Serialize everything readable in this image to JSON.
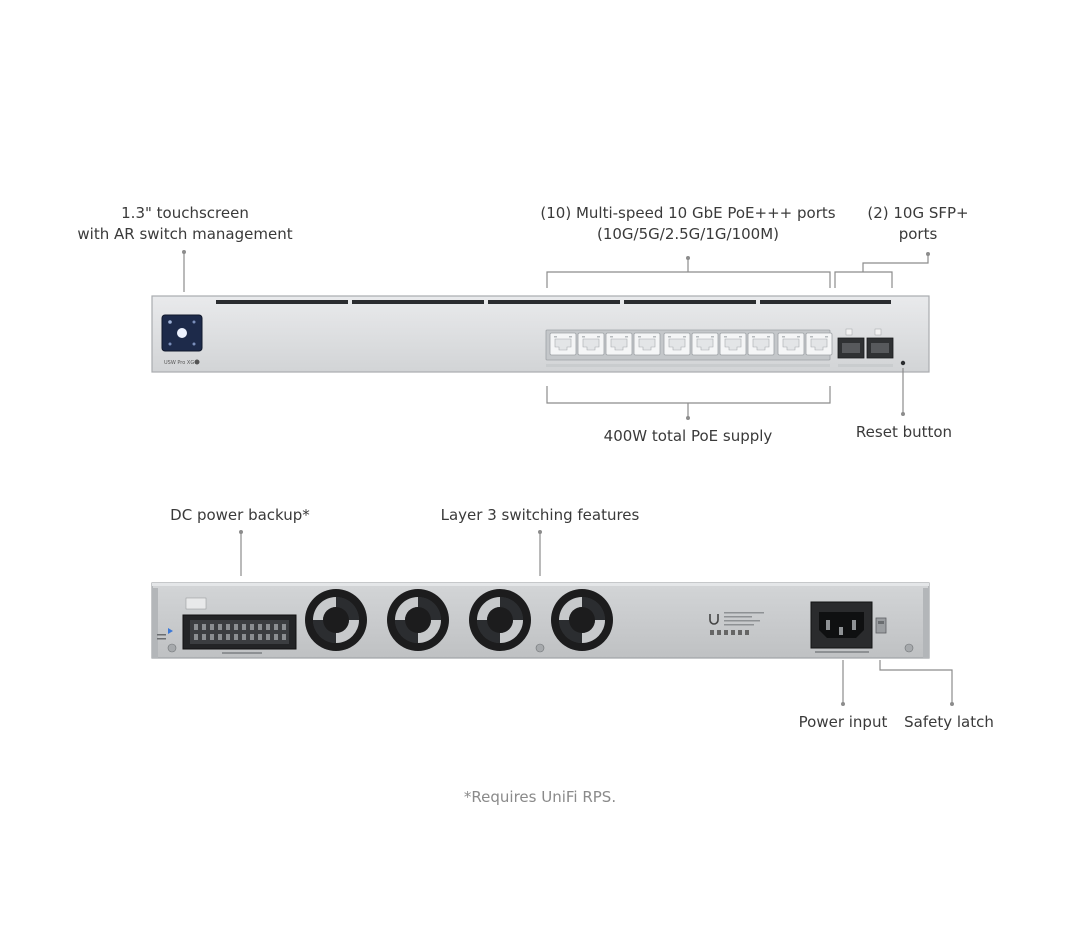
{
  "callouts": {
    "touchscreen": {
      "line1": "1.3\" touchscreen",
      "line2": "with AR switch management"
    },
    "poe_ports": {
      "line1": "(10) Multi-speed 10 GbE PoE+++ ports",
      "line2": "(10G/5G/2.5G/1G/100M)"
    },
    "sfp_ports": {
      "line1": "(2) 10G SFP+",
      "line2": "ports"
    },
    "poe_supply": "400W total PoE supply",
    "reset": "Reset button",
    "dc_backup": "DC power backup*",
    "layer3": "Layer 3 switching features",
    "power_input": "Power input",
    "safety_latch": "Safety latch"
  },
  "device": {
    "model_label": "USW Pro XG"
  },
  "footnote": "*Requires UniFi RPS.",
  "colors": {
    "chassis": "#d8dadc",
    "chassis_edge": "#a9acaf",
    "rear_panel": "#c7c9cb",
    "port_block": "#c4c7ca",
    "callout_line": "#8c8c8c",
    "screen": "#1d2a4a",
    "text": "#3a3a3a"
  }
}
